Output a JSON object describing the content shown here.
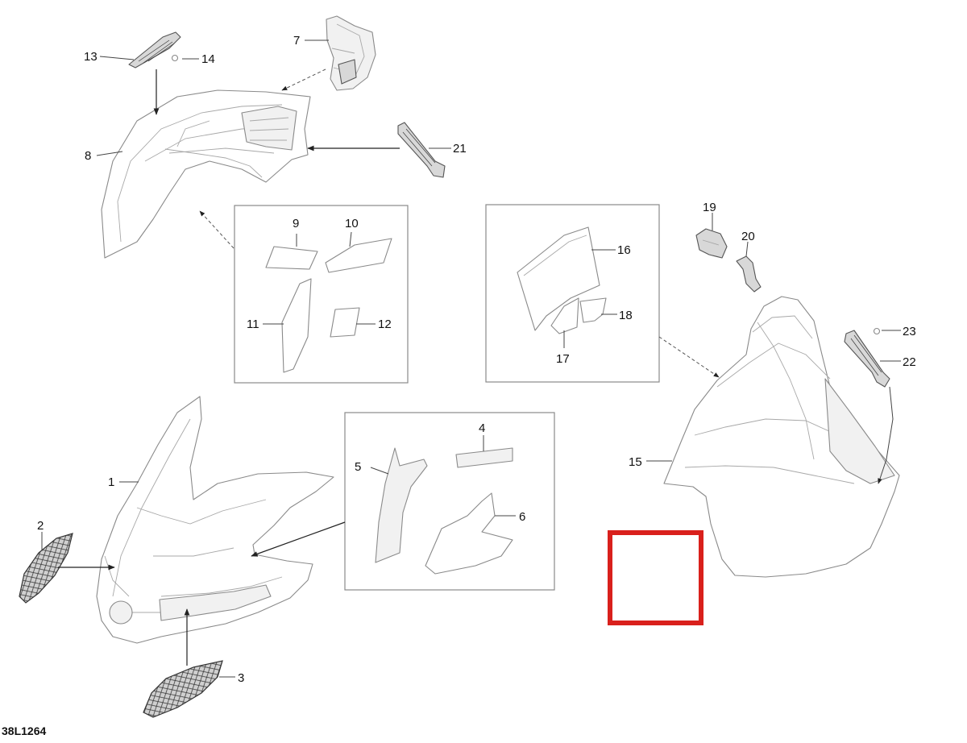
{
  "diagram_code": "38L1264",
  "highlight_color": "#d9201c",
  "line_color": "#8a8a8a",
  "callouts": {
    "c1": "1",
    "c2": "2",
    "c3": "3",
    "c4": "4",
    "c5": "5",
    "c6": "6",
    "c7": "7",
    "c8": "8",
    "c9": "9",
    "c10": "10",
    "c11": "11",
    "c12": "12",
    "c13": "13",
    "c14": "14",
    "c15": "15",
    "c16": "16",
    "c17": "17",
    "c18": "18",
    "c19": "19",
    "c20": "20",
    "c21": "21",
    "c22": "22",
    "c23": "23"
  }
}
